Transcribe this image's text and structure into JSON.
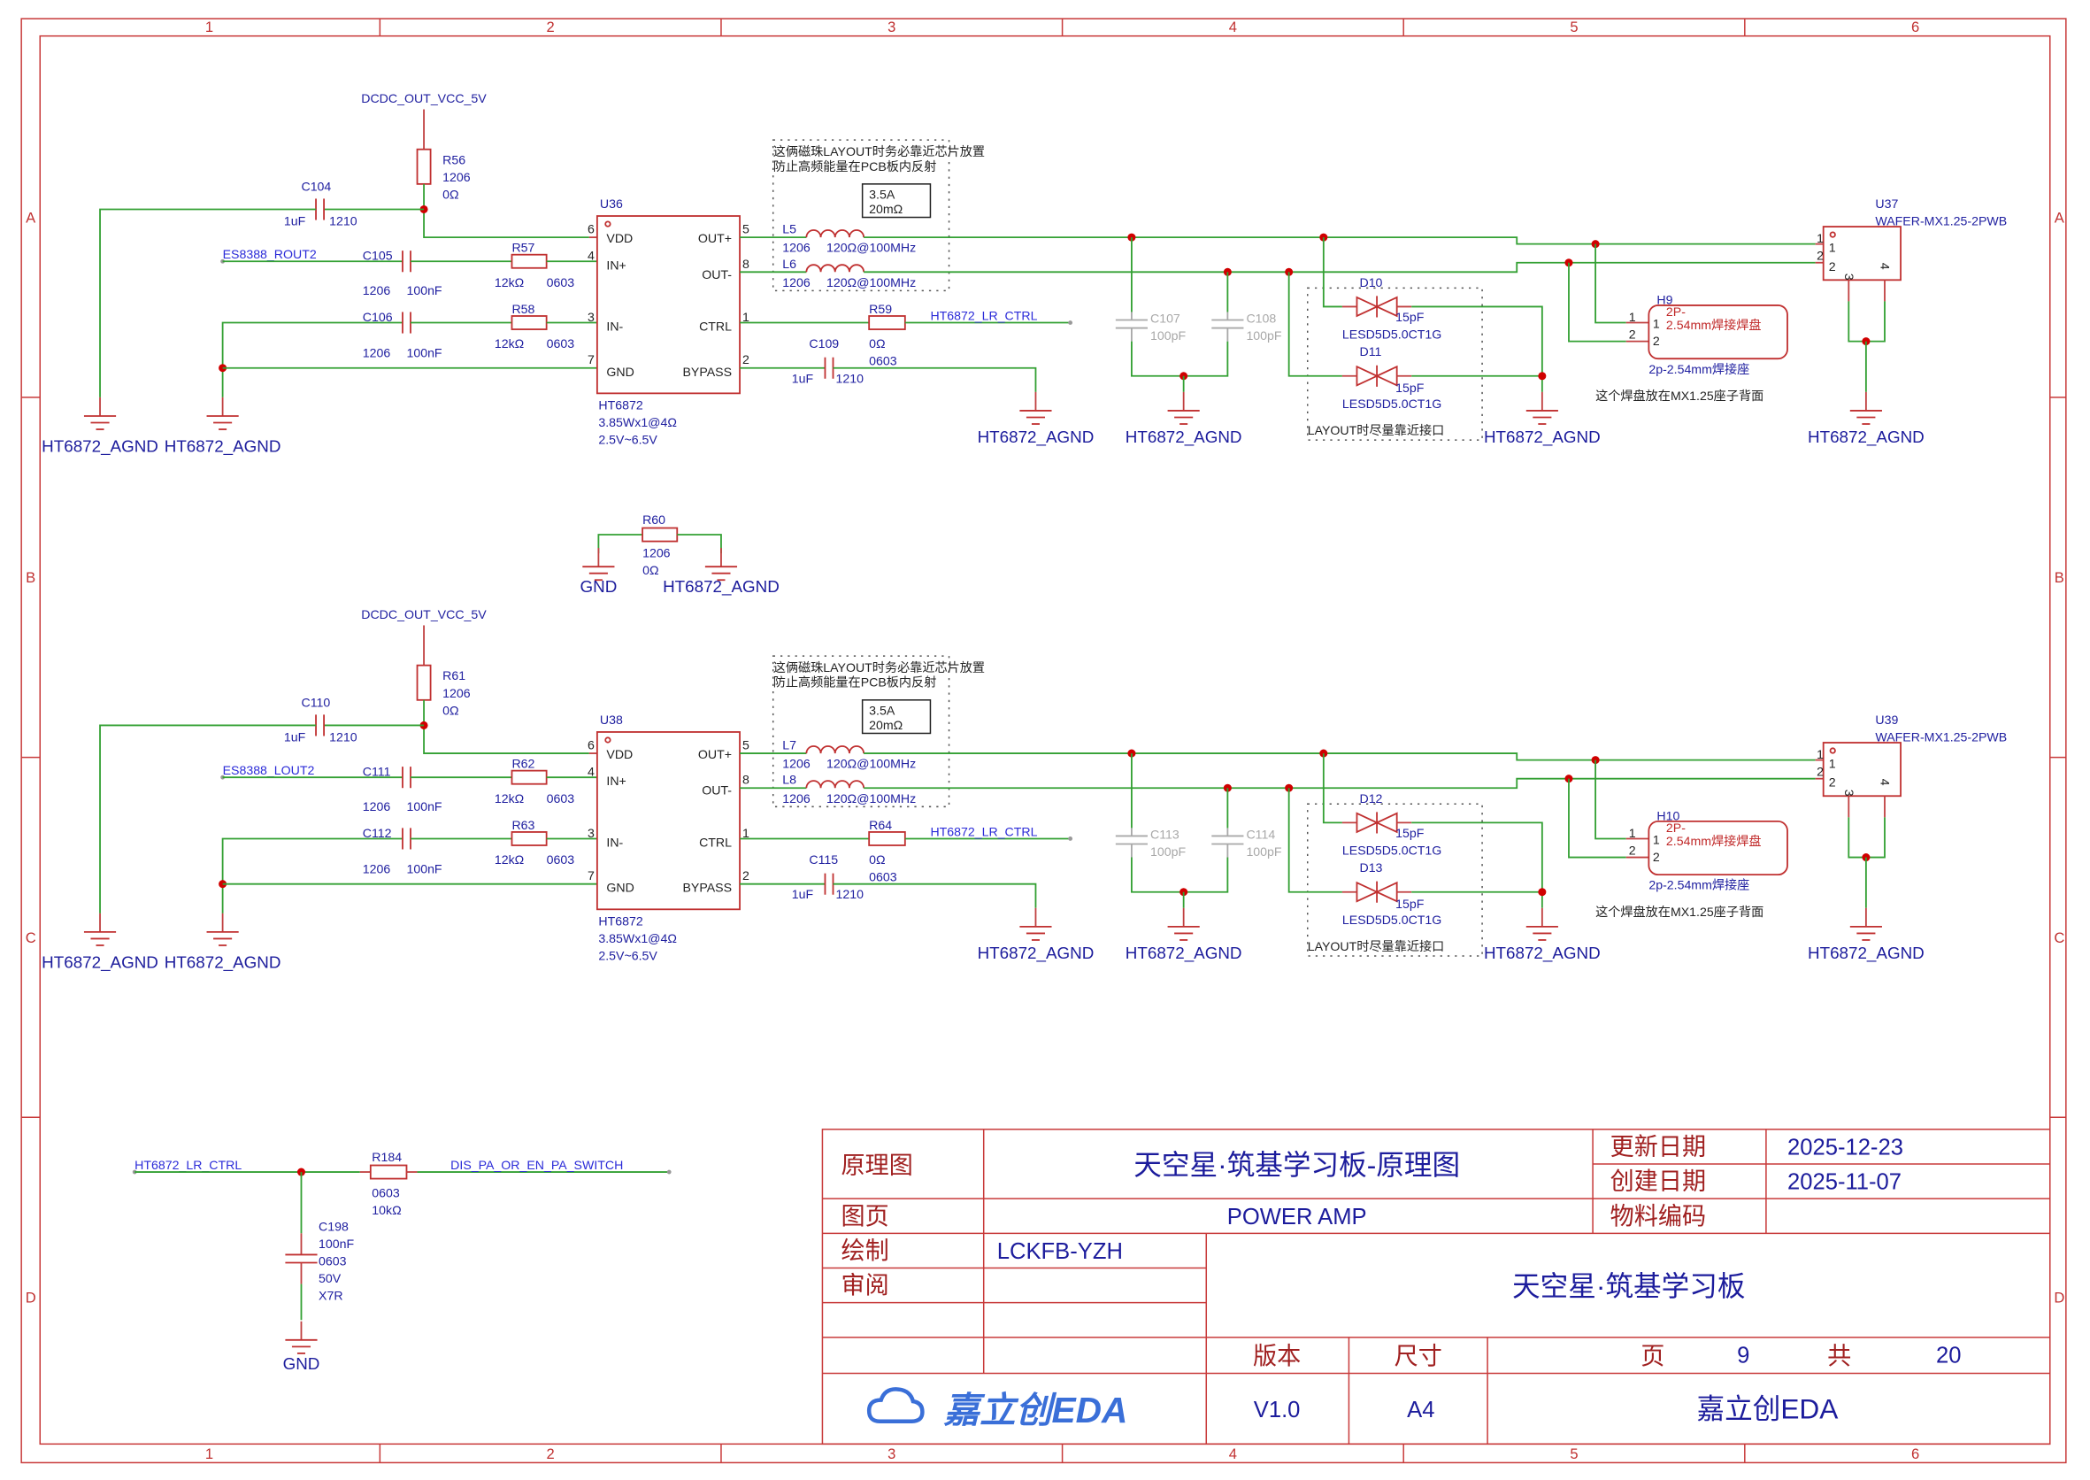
{
  "frame": {
    "columns": [
      "1",
      "2",
      "3",
      "4",
      "5",
      "6"
    ],
    "rows": [
      "A",
      "B",
      "C",
      "D"
    ]
  },
  "colors": {
    "wire": "#33a033",
    "component": "#c03030",
    "label": "#2020a0",
    "junction": "#d00000",
    "frame": "#c83a3a"
  },
  "channels": [
    {
      "power_net": "DCDC_OUT_VCC_5V",
      "r_pwr": {
        "ref": "R56",
        "pkg": "1206",
        "val": "0Ω"
      },
      "c_pwr": {
        "ref": "C104",
        "val": "1uF",
        "pkg": "1210"
      },
      "input_net": "ES8388_ROUT2",
      "c_inp": {
        "ref": "C105",
        "pkg": "1206",
        "val": "100nF"
      },
      "r_inp": {
        "ref": "R57",
        "val": "12kΩ",
        "pkg": "0603"
      },
      "c_inn": {
        "ref": "C106",
        "pkg": "1206",
        "val": "100nF"
      },
      "r_inn": {
        "ref": "R58",
        "val": "12kΩ",
        "pkg": "0603"
      },
      "ic": {
        "ref": "U36",
        "part": "HT6872",
        "spec1": "3.85Wx1@4Ω",
        "spec2": "2.5V~6.5V",
        "left_pins": [
          {
            "num": "6",
            "name": "VDD"
          },
          {
            "num": "4",
            "name": "IN+"
          },
          {
            "num": "3",
            "name": "IN-"
          },
          {
            "num": "7",
            "name": "GND"
          }
        ],
        "right_pins": [
          {
            "num": "5",
            "name": "OUT+"
          },
          {
            "num": "8",
            "name": "OUT-"
          },
          {
            "num": "1",
            "name": "CTRL"
          },
          {
            "num": "2",
            "name": "BYPASS"
          }
        ]
      },
      "bead_note": [
        "这俩磁珠LAYOUT时务必靠近芯片放置",
        "防止高频能量在PCB板内反射"
      ],
      "bead_rating": [
        "3.5A",
        "20mΩ"
      ],
      "l_p": {
        "ref": "L5",
        "pkg": "1206",
        "val": "120Ω@100MHz"
      },
      "l_n": {
        "ref": "L6",
        "pkg": "1206",
        "val": "120Ω@100MHz"
      },
      "r_ctrl": {
        "ref": "R59",
        "val": "0Ω",
        "pkg": "0603"
      },
      "ctrl_net": "HT6872_LR_CTRL",
      "c_byp": {
        "ref": "C109",
        "val": "1uF",
        "pkg": "1210"
      },
      "c_out1": {
        "ref": "C107",
        "val": "100pF"
      },
      "c_out2": {
        "ref": "C108",
        "val": "100pF"
      },
      "d1": {
        "ref": "D10",
        "cap": "15pF",
        "part": "LESD5D5.0CT1G"
      },
      "d2": {
        "ref": "D11",
        "cap": "15pF",
        "part": "LESD5D5.0CT1G"
      },
      "esd_note": "LAYOUT时尽量靠近接口",
      "pad": {
        "ref": "H9",
        "name1": "2P-",
        "name2": "2.54mm焊接焊盘",
        "footprint": "2p-2.54mm焊接座",
        "pins": [
          "1",
          "2"
        ]
      },
      "pad_note": "这个焊盘放在MX1.25座子背面",
      "conn": {
        "ref": "U37",
        "part": "WAFER-MX1.25-2PWB",
        "pins": [
          "1",
          "2",
          "3",
          "4"
        ]
      },
      "gnd_label": "HT6872_AGND"
    },
    {
      "power_net": "DCDC_OUT_VCC_5V",
      "r_pwr": {
        "ref": "R61",
        "pkg": "1206",
        "val": "0Ω"
      },
      "c_pwr": {
        "ref": "C110",
        "val": "1uF",
        "pkg": "1210"
      },
      "input_net": "ES8388_LOUT2",
      "c_inp": {
        "ref": "C111",
        "pkg": "1206",
        "val": "100nF"
      },
      "r_inp": {
        "ref": "R62",
        "val": "12kΩ",
        "pkg": "0603"
      },
      "c_inn": {
        "ref": "C112",
        "pkg": "1206",
        "val": "100nF"
      },
      "r_inn": {
        "ref": "R63",
        "val": "12kΩ",
        "pkg": "0603"
      },
      "ic": {
        "ref": "U38",
        "part": "HT6872",
        "spec1": "3.85Wx1@4Ω",
        "spec2": "2.5V~6.5V",
        "left_pins": [
          {
            "num": "6",
            "name": "VDD"
          },
          {
            "num": "4",
            "name": "IN+"
          },
          {
            "num": "3",
            "name": "IN-"
          },
          {
            "num": "7",
            "name": "GND"
          }
        ],
        "right_pins": [
          {
            "num": "5",
            "name": "OUT+"
          },
          {
            "num": "8",
            "name": "OUT-"
          },
          {
            "num": "1",
            "name": "CTRL"
          },
          {
            "num": "2",
            "name": "BYPASS"
          }
        ]
      },
      "bead_note": [
        "这俩磁珠LAYOUT时务必靠近芯片放置",
        "防止高频能量在PCB板内反射"
      ],
      "bead_rating": [
        "3.5A",
        "20mΩ"
      ],
      "l_p": {
        "ref": "L7",
        "pkg": "1206",
        "val": "120Ω@100MHz"
      },
      "l_n": {
        "ref": "L8",
        "pkg": "1206",
        "val": "120Ω@100MHz"
      },
      "r_ctrl": {
        "ref": "R64",
        "val": "0Ω",
        "pkg": "0603"
      },
      "ctrl_net": "HT6872_LR_CTRL",
      "c_byp": {
        "ref": "C115",
        "val": "1uF",
        "pkg": "1210"
      },
      "c_out1": {
        "ref": "C113",
        "val": "100pF"
      },
      "c_out2": {
        "ref": "C114",
        "val": "100pF"
      },
      "d1": {
        "ref": "D12",
        "cap": "15pF",
        "part": "LESD5D5.0CT1G"
      },
      "d2": {
        "ref": "D13",
        "cap": "15pF",
        "part": "LESD5D5.0CT1G"
      },
      "esd_note": "LAYOUT时尽量靠近接口",
      "pad": {
        "ref": "H10",
        "name1": "2P-",
        "name2": "2.54mm焊接焊盘",
        "footprint": "2p-2.54mm焊接座",
        "pins": [
          "1",
          "2"
        ]
      },
      "pad_note": "这个焊盘放在MX1.25座子背面",
      "conn": {
        "ref": "U39",
        "part": "WAFER-MX1.25-2PWB",
        "pins": [
          "1",
          "2",
          "3",
          "4"
        ]
      },
      "gnd_label": "HT6872_AGND"
    }
  ],
  "gnd_tie": {
    "ref": "R60",
    "pkg": "1206",
    "val": "0Ω",
    "left_gnd": "GND",
    "right_gnd": "HT6872_AGND"
  },
  "ctrl_circuit": {
    "in_net": "HT6872_LR_CTRL",
    "r": {
      "ref": "R184",
      "pkg": "0603",
      "val": "10kΩ"
    },
    "out_net": "DIS_PA_OR_EN_PA_SWITCH",
    "c": {
      "ref": "C198",
      "val": "100nF",
      "pkg": "0603",
      "volt": "50V",
      "diel": "X7R"
    },
    "gnd": "GND"
  },
  "title_block": {
    "type_label": "原理图",
    "title": "天空星·筑基学习板-原理图",
    "updated_label": "更新日期",
    "updated": "2025-12-23",
    "created_label": "创建日期",
    "created": "2025-11-07",
    "part_no_label": "物料编码",
    "part_no": "",
    "sheet_label": "图页",
    "sheet_name": "POWER AMP",
    "drawn_label": "绘制",
    "drawn_by": "LCKFB-YZH",
    "review_label": "审阅",
    "reviewer": "",
    "board": "天空星·筑基学习板",
    "version_label": "版本",
    "version": "V1.0",
    "size_label": "尺寸",
    "size": "A4",
    "page_label": "页",
    "page": "9",
    "total_label": "共",
    "total": "20",
    "logo": "嘉立创EDA",
    "company": "嘉立创EDA"
  }
}
